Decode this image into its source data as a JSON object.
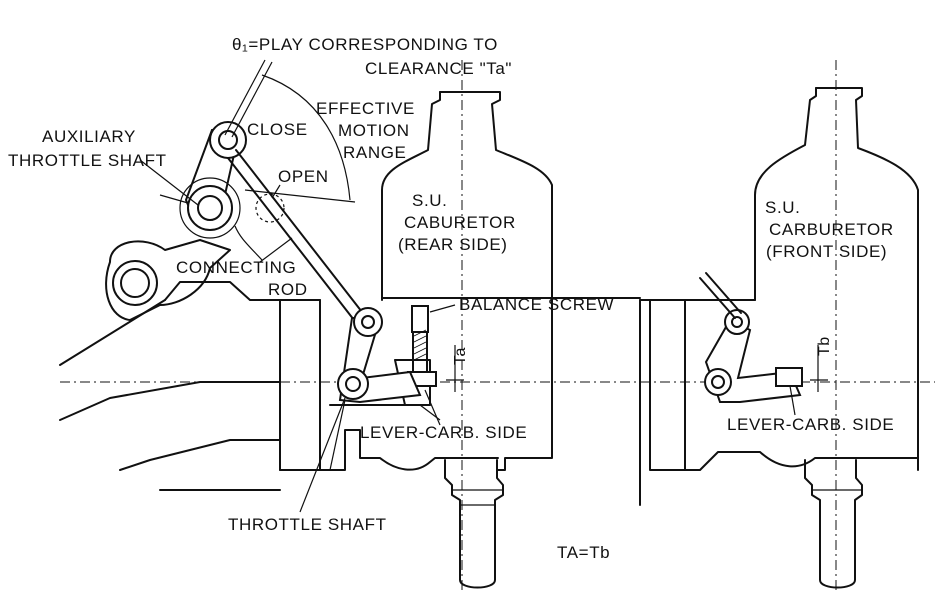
{
  "labels": {
    "theta_play": "θ₁=PLAY CORRESPONDING TO",
    "clearance": "CLEARANCE \"Ta\"",
    "effective_1": "EFFECTIVE",
    "effective_2": "MOTION",
    "effective_3": "RANGE",
    "aux_1": "AUXILIARY",
    "aux_2": "THROTTLE SHAFT",
    "close": "CLOSE",
    "open": "OPEN",
    "conn_1": "CONNECTING",
    "conn_2": "ROD",
    "rear_1": "S.U.",
    "rear_2": "CABURETOR",
    "rear_3": "(REAR SIDE)",
    "front_1": "S.U.",
    "front_2": "CARBURETOR",
    "front_3": "(FRONT SIDE)",
    "balance": "BALANCE SCREW",
    "ta": "Ta",
    "tb": "Tb",
    "lever_rear": "LEVER-CARB. SIDE",
    "lever_front": "LEVER-CARB. SIDE",
    "throttle": "THROTTLE SHAFT",
    "eq": "TA=Tb"
  }
}
